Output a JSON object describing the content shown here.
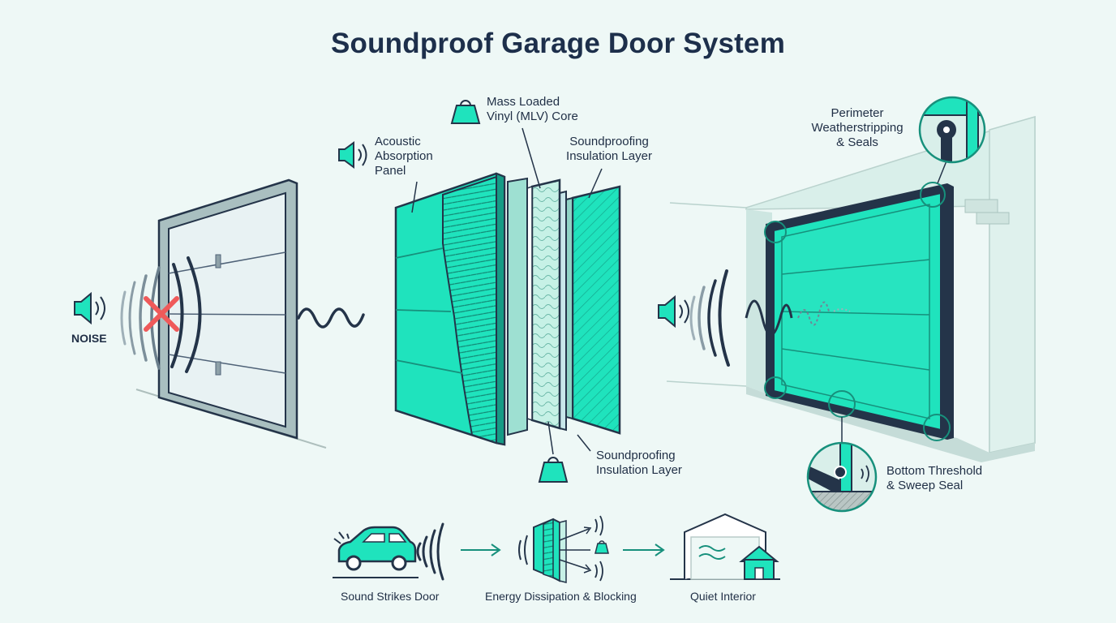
{
  "title": "Soundproof Garage Door System",
  "labels": {
    "noise": "NOISE",
    "acoustic_panel": "Acoustic\nAbsorption\nPanel",
    "mlv_core": "Mass Loaded\nVinyl (MLV) Core",
    "insulation_top": "Soundproofing\nInsulation Layer",
    "insulation_bottom": "Soundproofing\nInsulation Layer",
    "weatherstripping": "Perimeter\nWeatherstripping\n& Seals",
    "bottom_threshold": "Bottom Threshold\n& Sweep Seal"
  },
  "steps": [
    {
      "label": "Sound Strikes Door"
    },
    {
      "label": "Energy Dissipation & Blocking"
    },
    {
      "label": "Quiet Interior"
    }
  ],
  "colors": {
    "teal": "#1fe3bd",
    "dark_teal": "#17907c",
    "navy": "#243449",
    "wall": "#dbeeea",
    "background": "#eef8f6",
    "blocked": "#ef5a5a"
  }
}
